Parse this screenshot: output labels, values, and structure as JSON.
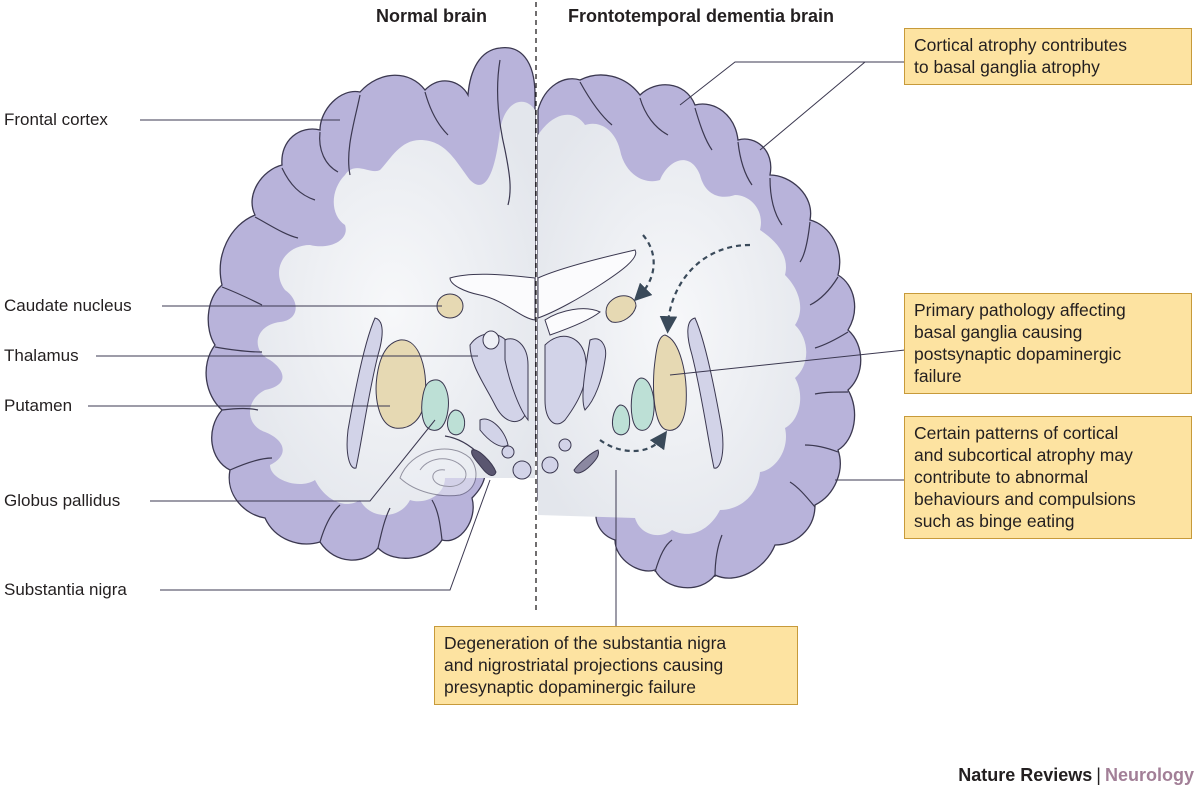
{
  "headings": {
    "normal": "Normal brain",
    "ftd": "Frontotemporal dementia brain"
  },
  "labels": {
    "frontal_cortex": "Frontal cortex",
    "caudate_nucleus": "Caudate nucleus",
    "thalamus": "Thalamus",
    "putamen": "Putamen",
    "globus_pallidus": "Globus pallidus",
    "substantia_nigra": "Substantia nigra"
  },
  "callouts": {
    "cortical_atrophy": [
      "Cortical atrophy contributes",
      "to basal ganglia atrophy"
    ],
    "primary_pathology": [
      "Primary pathology affecting",
      "basal ganglia causing",
      "postsynaptic dopaminergic",
      "failure"
    ],
    "patterns_atrophy": [
      "Certain patterns of cortical",
      "and subcortical atrophy may",
      "contribute to abnormal",
      "behaviours and compulsions",
      "such as binge eating"
    ],
    "degeneration": [
      "Degeneration of the substantia nigra",
      "and nigrostriatal projections causing",
      "presynaptic dopaminergic failure"
    ]
  },
  "credit": {
    "publisher": "Nature Reviews",
    "separator": "|",
    "journal": "Neurology"
  },
  "colors": {
    "cortex": "#b8b3da",
    "white_matter": "#e6e9ee",
    "caudate_putamen": "#e6d9b3",
    "globus_pallidus": "#bde0d6",
    "thalamus": "#d2d3e8",
    "substantia_nigra": "#5a5670",
    "callout_fill": "#fde3a1",
    "journal_accent": "#a27f97"
  }
}
